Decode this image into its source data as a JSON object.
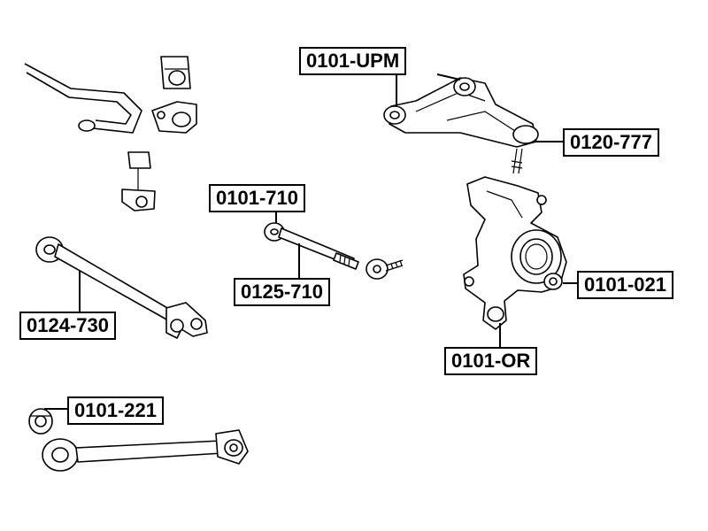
{
  "diagram": {
    "callouts": {
      "upper_arm": "0101-UPM",
      "ball_joint": "0120-777",
      "rod_710": "0101-710",
      "rod_125": "0125-710",
      "lower_arm": "0124-730",
      "knuckle_bush": "0101-021",
      "knuckle_or": "0101-OR",
      "bush_221": "0101-221"
    }
  }
}
